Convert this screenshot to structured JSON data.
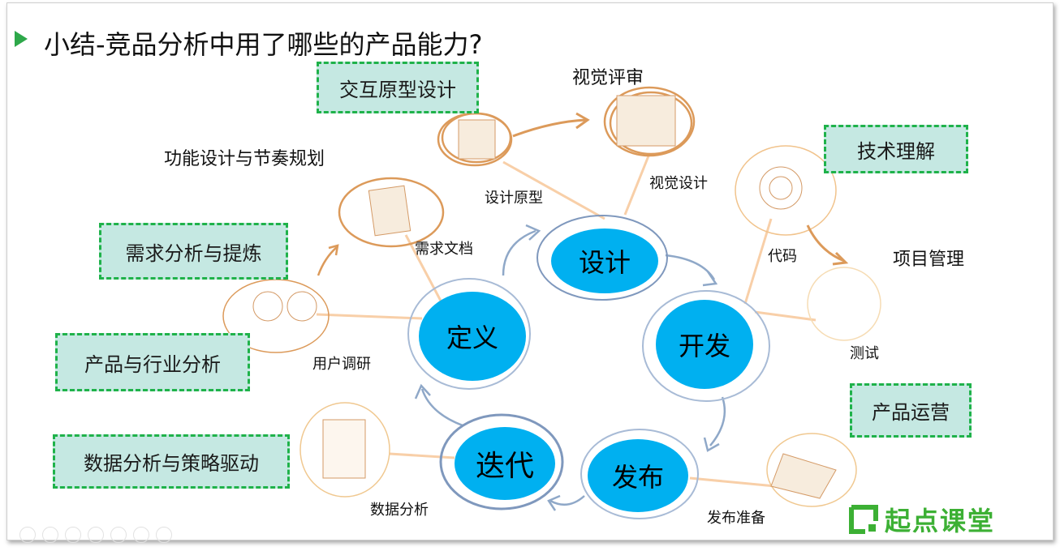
{
  "title": "小结-竞品分析中用了哪些的产品能力?",
  "capability_boxes": {
    "interaction": "交互原型设计",
    "tech": "技术理解",
    "requirements": "需求分析与提炼",
    "industry": "产品与行业分析",
    "operations": "产品运营",
    "data": "数据分析与策略驱动"
  },
  "cycle_nodes": {
    "design": "设计",
    "develop": "开发",
    "define": "定义",
    "iterate": "迭代",
    "release": "发布"
  },
  "headings": {
    "visual_review": "视觉评审",
    "feature_planning": "功能设计与节奏规划",
    "project_mgmt": "项目管理"
  },
  "activities": {
    "prototype": "设计原型",
    "visual_design": "视觉设计",
    "req_doc": "需求文档",
    "code": "代码",
    "test": "测试",
    "user_research": "用户调研",
    "data_analysis": "数据分析",
    "release_prep": "发布准备"
  },
  "logo": "起点课堂",
  "colors": {
    "accent_green": "#1fb24a",
    "box_fill": "#c5e8e2",
    "node_blue": "#00b0f0",
    "sketch_orange": "#dc9a5a"
  }
}
